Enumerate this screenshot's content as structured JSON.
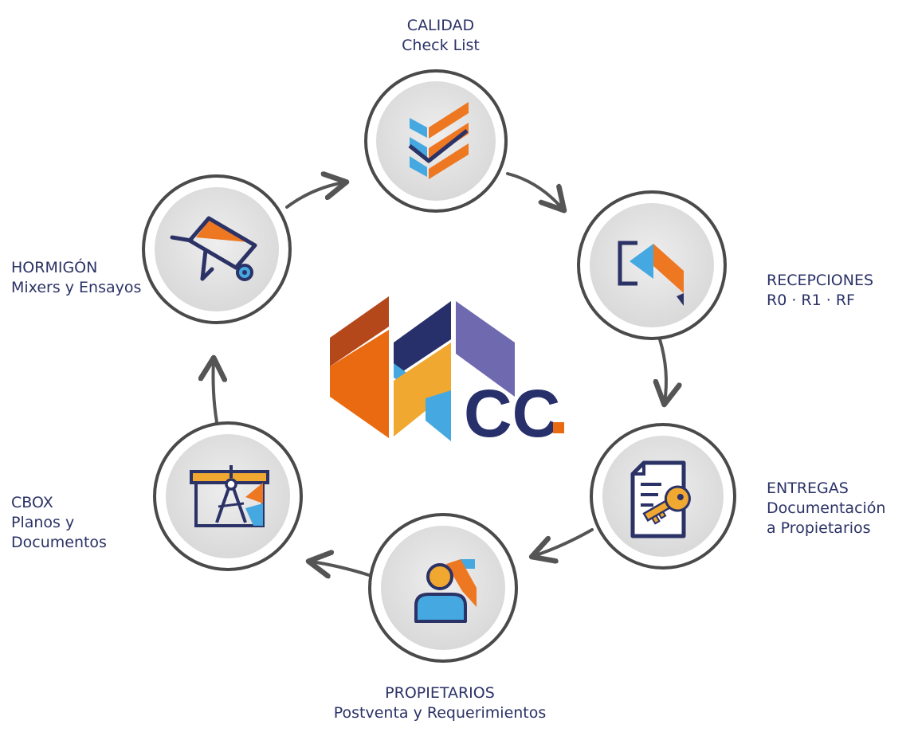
{
  "logo": {
    "text": "CC",
    "colors": {
      "navy": "#27306a",
      "orange": "#ea6a12",
      "rust": "#b5481a",
      "yellow": "#f0a830",
      "light_blue": "#45a8e0",
      "purple": "#6f69b0"
    }
  },
  "nodes": {
    "calidad": {
      "title": "CALIDAD",
      "subtitle": "Check List",
      "icon": "checklist-icon"
    },
    "recepciones": {
      "title": "RECEPCIONES",
      "subtitle": "R0 · R1 · RF",
      "icon": "reception-icon"
    },
    "entregas": {
      "title": "ENTREGAS",
      "line2": "Documentación",
      "line3": "a Propietarios",
      "icon": "document-key-icon"
    },
    "propietarios": {
      "title": "PROPIETARIOS",
      "subtitle": "Postventa y Requerimientos",
      "icon": "owner-person-icon"
    },
    "cbox": {
      "title": "CBOX",
      "line2": "Planos y",
      "line3": "Documentos",
      "icon": "blueprint-icon"
    },
    "hormigon": {
      "title": "HORMIGÓN",
      "subtitle": "Mixers y Ensayos",
      "icon": "wheelbarrow-icon"
    }
  },
  "cycle_order": [
    "calidad",
    "recepciones",
    "entregas",
    "propietarios",
    "cbox",
    "hormigon"
  ],
  "colors": {
    "text": "#2b3266",
    "node_ring": "#4a4a4a",
    "node_fill": "#dedede",
    "arrow": "#555555"
  }
}
